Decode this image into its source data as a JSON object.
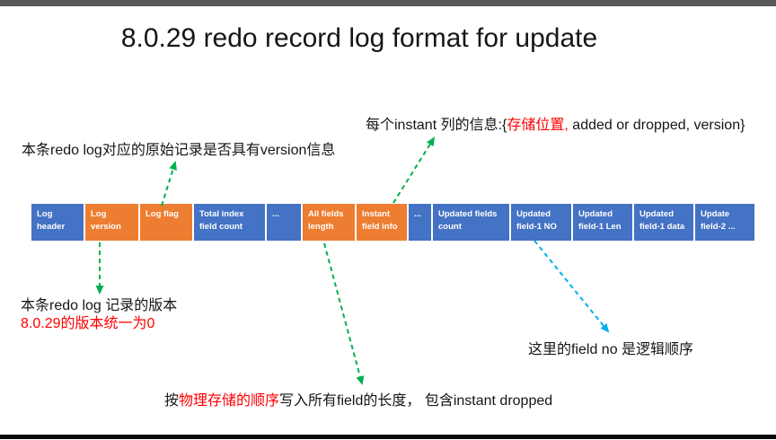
{
  "slide": {
    "title": "8.0.29 redo record log format for update"
  },
  "colors": {
    "cell_blue": "#4472C4",
    "cell_orange": "#ED7D31",
    "arrow_green": "#00B050",
    "arrow_cyan": "#00B0F0",
    "highlight_red": "#FF0000",
    "top_bar_gray": "#58595B",
    "bottom_bar_black": "#0B0B0B"
  },
  "annotations": {
    "version_check": "本条redo log对应的原始记录是否具有version信息",
    "instant_info": {
      "prefix": "每个instant 列的信息:{",
      "red": "存储位置,",
      "suffix": " added or dropped, version}"
    },
    "log_version": {
      "line1": "本条redo log 记录的版本",
      "line2_red": "8.0.29的版本统一为0"
    },
    "all_fields": {
      "prefix": "按",
      "red": "物理存储的顺序",
      "suffix": "写入所有field的长度， 包含instant dropped"
    },
    "field_no": "这里的field no 是逻辑顺序"
  },
  "record_format": {
    "cells": [
      {
        "label": "Log header",
        "line1": "Log",
        "line2": "header",
        "color": "blue"
      },
      {
        "label": "Log version",
        "line1": "Log",
        "line2": "version",
        "color": "orange"
      },
      {
        "label": "Log flag",
        "line1": "Log flag",
        "line2": "",
        "color": "orange"
      },
      {
        "label": "Total index field count",
        "line1": "Total index",
        "line2": "field count",
        "color": "blue"
      },
      {
        "label": "...",
        "line1": "...",
        "line2": "",
        "color": "blue"
      },
      {
        "label": "All fields length",
        "line1": "All fields",
        "line2": "length",
        "color": "orange"
      },
      {
        "label": "Instant field info",
        "line1": "Instant",
        "line2": "field info",
        "color": "orange"
      },
      {
        "label": "...",
        "line1": "...",
        "line2": "",
        "color": "blue"
      },
      {
        "label": "Updated fields count",
        "line1": "Updated fields",
        "line2": "count",
        "color": "blue"
      },
      {
        "label": "Updated field-1 NO",
        "line1": "Updated",
        "line2": "field-1 NO",
        "color": "blue"
      },
      {
        "label": "Updated field-1 Len",
        "line1": "Updated",
        "line2": "field-1 Len",
        "color": "blue"
      },
      {
        "label": "Updated field-1 data",
        "line1": "Updated",
        "line2": "field-1 data",
        "color": "blue"
      },
      {
        "label": "Update field-2 ...",
        "line1": "Update",
        "line2": "field-2 ...",
        "color": "blue"
      }
    ]
  }
}
